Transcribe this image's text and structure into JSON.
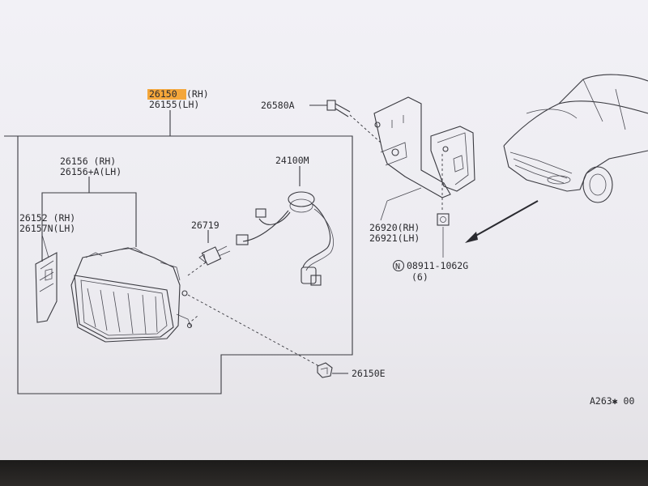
{
  "labels": {
    "main_rh": "26150",
    "main_rh_side": "(RH)",
    "main_lh": "26155(LH)",
    "bolt": "26580A",
    "lamp_rh": "26156 (RH)",
    "lamp_lh": "26156+A(LH)",
    "lens_rh": "26152 (RH)",
    "lens_lh": "26157N(LH)",
    "harness": "24100M",
    "bulb": "26719",
    "bracket_rh": "26920(RH)",
    "bracket_lh": "26921(LH)",
    "nut_symbol": "N",
    "nut": "08911-1062G",
    "nut_qty": "(6)",
    "clip": "26150E",
    "diagram_code": "A263✱ 00"
  }
}
